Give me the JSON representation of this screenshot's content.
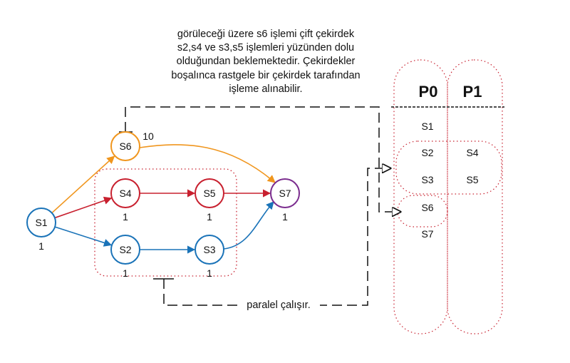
{
  "note": {
    "lines": [
      "görüleceği üzere s6 işlemi çift çekirdek",
      "s2,s4 ve s3,s5 işlemleri yüzünden dolu",
      "olduğundan beklemektedir. Çekirdekler",
      "boşalınca rastgele bir  çekirdek tarafından",
      "işleme alınabilir."
    ]
  },
  "graph": {
    "nodes": [
      {
        "id": "S1",
        "label": "S1",
        "weight": "1",
        "color": "#1a73b8"
      },
      {
        "id": "S2",
        "label": "S2",
        "weight": "1",
        "color": "#1a73b8"
      },
      {
        "id": "S3",
        "label": "S3",
        "weight": "1",
        "color": "#1a73b8"
      },
      {
        "id": "S4",
        "label": "S4",
        "weight": "1",
        "color": "#c8202f"
      },
      {
        "id": "S5",
        "label": "S5",
        "weight": "1",
        "color": "#c8202f"
      },
      {
        "id": "S6",
        "label": "S6",
        "weight": "10",
        "color": "#f0961e"
      },
      {
        "id": "S7",
        "label": "S7",
        "weight": "1",
        "color": "#7b2d8e"
      }
    ],
    "edges": [
      {
        "from": "S1",
        "to": "S6",
        "color": "#f0961e"
      },
      {
        "from": "S1",
        "to": "S4",
        "color": "#c8202f"
      },
      {
        "from": "S1",
        "to": "S2",
        "color": "#1a73b8"
      },
      {
        "from": "S4",
        "to": "S5",
        "color": "#c8202f"
      },
      {
        "from": "S2",
        "to": "S3",
        "color": "#1a73b8"
      },
      {
        "from": "S5",
        "to": "S7",
        "color": "#c8202f"
      },
      {
        "from": "S6",
        "to": "S7",
        "color": "#f0961e"
      },
      {
        "from": "S3",
        "to": "S7",
        "color": "#1a73b8"
      }
    ]
  },
  "parallel_label": "paralel çalışır.",
  "processors": {
    "headers": [
      "P0",
      "P1"
    ],
    "rows": [
      [
        "S1",
        ""
      ],
      [
        "S2",
        "S4"
      ],
      [
        "S3",
        "S5"
      ],
      [
        "S6",
        ""
      ],
      [
        "S7",
        ""
      ]
    ]
  },
  "colors": {
    "dotted_group": "#c8202f",
    "column_outline": "#c8202f",
    "dashed_line": "#111111"
  }
}
